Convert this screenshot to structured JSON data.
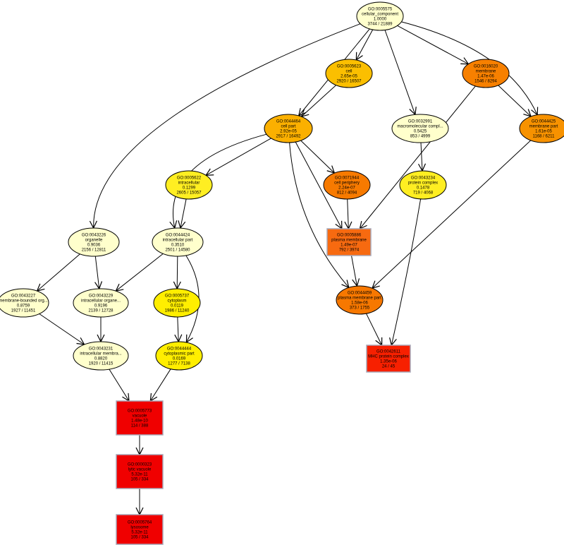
{
  "nodes": [
    {
      "id": "n575",
      "shape": "ellipse",
      "color": "#ffffcc",
      "lines": [
        "GO:0005575",
        "cellular_component",
        "1.0000",
        "3744 / 21889"
      ]
    },
    {
      "id": "n5623",
      "shape": "ellipse",
      "color": "#fbbf00",
      "lines": [
        "GO:0005623",
        "cell",
        "2.65e-05",
        "2920 / 16507"
      ]
    },
    {
      "id": "n16020",
      "shape": "ellipse",
      "color": "#f78000",
      "lines": [
        "GO:0016020",
        "membrane",
        "1.47e-06",
        "1546 / 8294"
      ]
    },
    {
      "id": "n44464",
      "shape": "ellipse",
      "color": "#fbb000",
      "lines": [
        "GO:0044464",
        "cell part",
        "2.92e-05",
        "2917 / 16492"
      ]
    },
    {
      "id": "n32991",
      "shape": "ellipse",
      "color": "#ffffcc",
      "lines": [
        "GO:0032991",
        "macromolecular compl...",
        "0.5425",
        "853 / 4999"
      ]
    },
    {
      "id": "n44425",
      "shape": "ellipse",
      "color": "#f79200",
      "lines": [
        "GO:0044425",
        "membrane part",
        "1.61e-05",
        "1168 / 6211"
      ]
    },
    {
      "id": "n5622",
      "shape": "ellipse",
      "color": "#ffee22",
      "lines": [
        "GO:0005622",
        "intracellular",
        "0.1299",
        "2605 / 15057"
      ]
    },
    {
      "id": "n71944",
      "shape": "ellipse",
      "color": "#f77a00",
      "lines": [
        "GO:0071944",
        "cell periphery",
        "2.24e-07",
        "812 / 4094"
      ]
    },
    {
      "id": "n43234",
      "shape": "ellipse",
      "color": "#ffee22",
      "lines": [
        "GO:0043234",
        "protein complex",
        "0.1478",
        "719 / 4068"
      ]
    },
    {
      "id": "n43226",
      "shape": "ellipse",
      "color": "#ffffcc",
      "lines": [
        "GO:0043226",
        "organelle",
        "0.9036",
        "2156 / 12811"
      ]
    },
    {
      "id": "n44424",
      "shape": "ellipse",
      "color": "#ffffcc",
      "lines": [
        "GO:0044424",
        "intracellular part",
        "0.3510",
        "2501 / 14580"
      ]
    },
    {
      "id": "n5886",
      "shape": "box",
      "color": "#f76a10",
      "lines": [
        "GO:0005886",
        "plasma membrane",
        "1.49e-07",
        "792 / 3974"
      ]
    },
    {
      "id": "n43227",
      "shape": "ellipse",
      "color": "#ffffcc",
      "lines": [
        "GO:0043227",
        "membrane-bounded org...",
        "0.8759",
        "1927 / 11451"
      ]
    },
    {
      "id": "n43229",
      "shape": "ellipse",
      "color": "#ffffcc",
      "lines": [
        "GO:0043229",
        "intracellular organe...",
        "0.9196",
        "2139 / 12728"
      ]
    },
    {
      "id": "n5737",
      "shape": "ellipse",
      "color": "#ffee00",
      "lines": [
        "GO:0005737",
        "cytoplasm",
        "0.0119",
        "1986 / 11240"
      ]
    },
    {
      "id": "n44459",
      "shape": "ellipse",
      "color": "#f77800",
      "lines": [
        "GO:0044459",
        "plasma membrane part",
        "1.58e-06",
        "373 / 1755"
      ]
    },
    {
      "id": "n43231",
      "shape": "ellipse",
      "color": "#ffffcc",
      "lines": [
        "GO:0043231",
        "intracellular membra...",
        "0.8820",
        "1920 / 11415"
      ]
    },
    {
      "id": "n44444",
      "shape": "ellipse",
      "color": "#ffee00",
      "lines": [
        "GO:0044444",
        "cytoplasmic part",
        "0.0169",
        "1277 / 7138"
      ]
    },
    {
      "id": "n42611",
      "shape": "box",
      "color": "#f72000",
      "lines": [
        "GO:0042611",
        "MHC protein complex",
        "1.35e-06",
        "24 / 45"
      ]
    },
    {
      "id": "n5773",
      "shape": "box",
      "color": "#f00000",
      "lines": [
        "GO:0005773",
        "vacuole",
        "1.48e-10",
        "114 / 388"
      ]
    },
    {
      "id": "n323",
      "shape": "box",
      "color": "#f00000",
      "lines": [
        "GO:0000323",
        "lytic vacuole",
        "5.32e-11",
        "105 / 334"
      ]
    },
    {
      "id": "n5764",
      "shape": "box",
      "color": "#f00000",
      "lines": [
        "GO:0005764",
        "lysosome",
        "5.32e-11",
        "105 / 334"
      ]
    }
  ],
  "edges": [
    [
      "n575",
      "n5623"
    ],
    [
      "n575",
      "n16020"
    ],
    [
      "n575",
      "n44464"
    ],
    [
      "n575",
      "n32991"
    ],
    [
      "n575",
      "n44425"
    ],
    [
      "n575",
      "n43226"
    ],
    [
      "n5623",
      "n44464"
    ],
    [
      "n16020",
      "n44425"
    ],
    [
      "n16020",
      "n5886"
    ],
    [
      "n44464",
      "n5622"
    ],
    [
      "n44464",
      "n71944"
    ],
    [
      "n44464",
      "n44424"
    ],
    [
      "n44464",
      "n5886"
    ],
    [
      "n44464",
      "n44459"
    ],
    [
      "n32991",
      "n43234"
    ],
    [
      "n44425",
      "n44459"
    ],
    [
      "n5622",
      "n44424"
    ],
    [
      "n71944",
      "n5886"
    ],
    [
      "n43234",
      "n42611"
    ],
    [
      "n43226",
      "n43227"
    ],
    [
      "n43226",
      "n43229"
    ],
    [
      "n44424",
      "n43229"
    ],
    [
      "n44424",
      "n5737"
    ],
    [
      "n44424",
      "n44444"
    ],
    [
      "n5886",
      "n44459"
    ],
    [
      "n43227",
      "n43231"
    ],
    [
      "n43229",
      "n43231"
    ],
    [
      "n5737",
      "n44444"
    ],
    [
      "n44459",
      "n42611"
    ],
    [
      "n43231",
      "n5773"
    ],
    [
      "n44444",
      "n5773"
    ],
    [
      "n5773",
      "n323"
    ],
    [
      "n323",
      "n5764"
    ]
  ]
}
